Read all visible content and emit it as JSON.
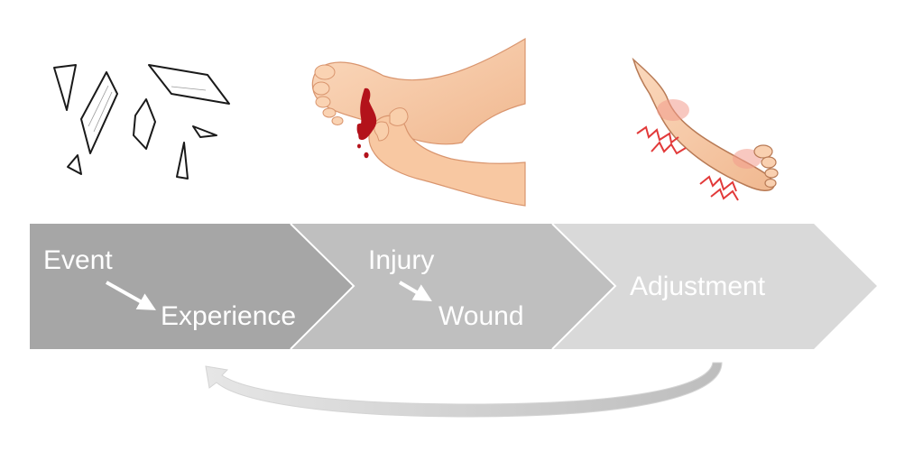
{
  "stages": [
    {
      "line1": "Event",
      "line2": "Experience",
      "color": "#a6a6a6"
    },
    {
      "line1": "Injury",
      "line2": "Wound",
      "color": "#bfbfbf"
    },
    {
      "line1": "Adjustment",
      "color": "#d9d9d9"
    }
  ],
  "illustrations": [
    "broken-glass-shards",
    "bleeding-foot-held-by-hand",
    "sore-foot-with-pain-marks"
  ],
  "colors": {
    "blood": "#b3121b",
    "skin": "#f7c9a5",
    "pain": "#e23a3a",
    "loop_arrow": "#d9d9d9"
  }
}
